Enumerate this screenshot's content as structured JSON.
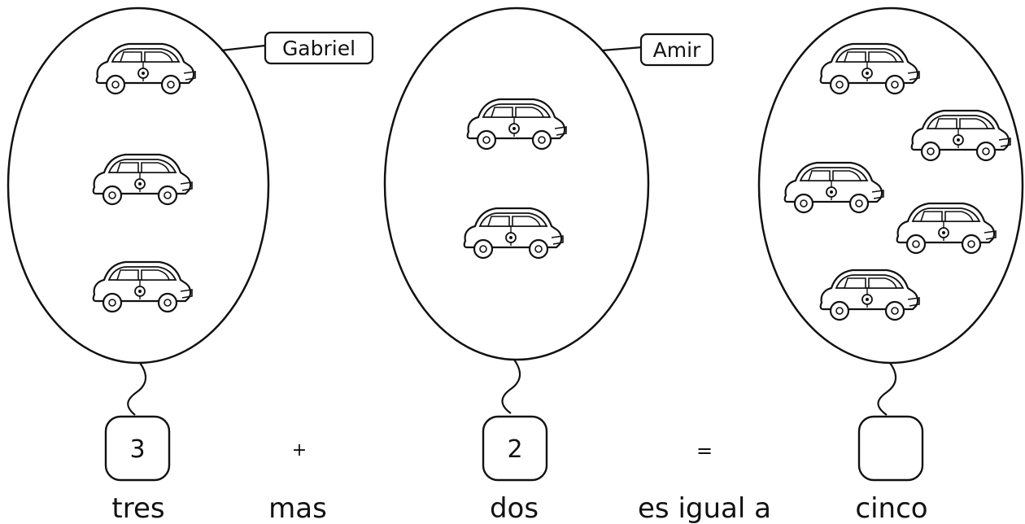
{
  "groups": [
    {
      "name_label": "Gabriel",
      "car_count": 3,
      "number_box": "3",
      "word": "tres"
    },
    {
      "name_label": "Amir",
      "car_count": 2,
      "number_box": "2",
      "word": "dos"
    },
    {
      "name_label": "",
      "car_count": 5,
      "number_box": "",
      "word": "cinco"
    }
  ],
  "operators": {
    "plus_symbol": "+",
    "plus_word": "mas",
    "equals_symbol": "=",
    "equals_word": "es igual a"
  },
  "icons": {
    "car": "car-icon"
  }
}
